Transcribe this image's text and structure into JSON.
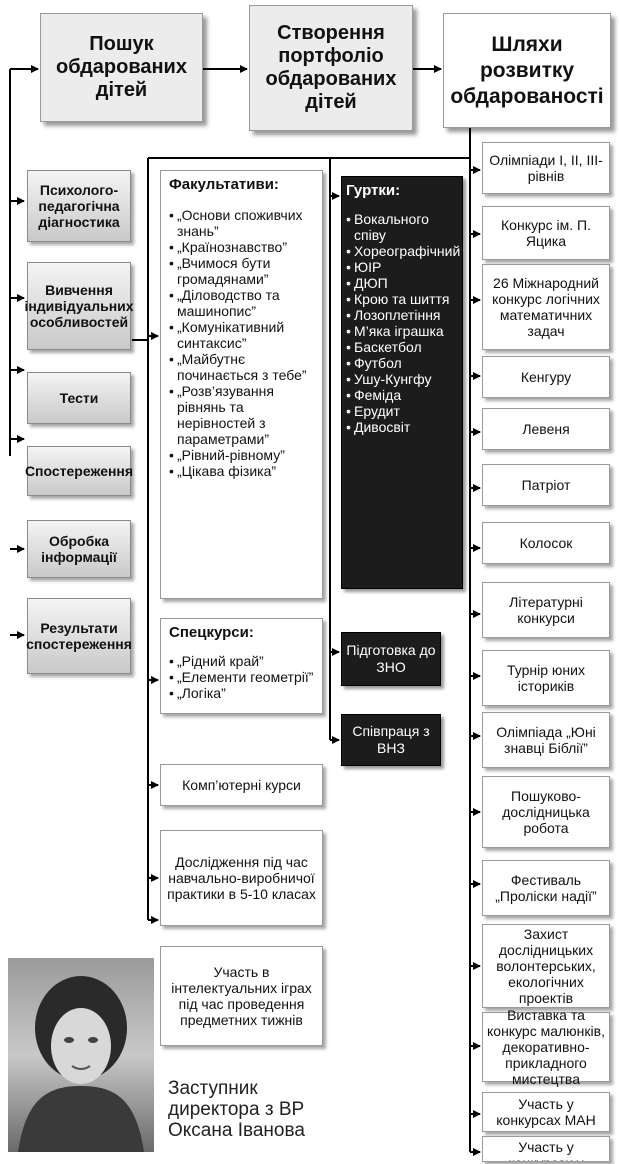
{
  "top": {
    "search": "Пошук обдарованих дітей",
    "portfolio": "Створення портфоліо обдарованих дітей",
    "paths": "Шляхи розвитку обдарованості"
  },
  "left": [
    "Психолого-педагогічна діагностика",
    "Вивчення індивідуальних особливостей",
    "Тести",
    "Спостереження",
    "Обробка інформації",
    "Результати спостереження"
  ],
  "electives": {
    "title": "Факультативи:",
    "items": [
      "„Основи споживчих знань”",
      "„Країнознавство”",
      "„Вчимося бути громадянами”",
      "„Діловодство та машинопис”",
      "„Комунікативний синтаксис”",
      "„Майбутнє починається з тебе”",
      "„Розв’язування рівнянь та нерівностей з параметрами”",
      "„Рівний-рівному”",
      "„Цікава фізика”"
    ]
  },
  "special": {
    "title": "Спецкурси:",
    "items": [
      "„Рідний край”",
      "„Елементи геометрії”",
      "„Логіка”"
    ]
  },
  "middle": {
    "computer": "Комп’ютерні курси",
    "research": "Дослідження під час навчально-виробничої практики в 5-10 класах",
    "games": "Участь в інтелектуальних іграх під час проведення предметних тижнів"
  },
  "clubs": {
    "title": "Гуртки:",
    "items": [
      "Вокального співу",
      "Хореографічний",
      "ЮІР",
      "ДЮП",
      "Крою та шиття",
      "Лозоплетіння",
      "М’яка іграшка",
      "Баскетбол",
      "Футбол",
      "Ушу-Кунгфу",
      "Феміда",
      "Ерудит",
      "Дивосвіт"
    ]
  },
  "dark": {
    "zno": "Підготовка до ЗНО",
    "vnz": "Співпраця з ВНЗ"
  },
  "right": [
    "Олімпіади І, ІІ, ІІІ-рівнів",
    "Конкурс ім. П. Яцика",
    "26 Міжнародний конкурс логічних математичних задач",
    "Кенгуру",
    "Левеня",
    "Патріот",
    "Колосок",
    "Літературні конкурси",
    "Турнір юних істориків",
    "Олімпіада „Юні знавці Біблії”",
    "Пошуково-дослідницька робота",
    "Фестиваль „Проліски надії”",
    "Захист дослідницьких волонтерських, екологічних проектів",
    "Виставка та конкурс малюнків, декоративно-прикладного мистецтва",
    "Участь у конкурсах МАН",
    "Участь у конкурсах у пришкільному оздоровчому таборі"
  ],
  "caption": {
    "line1": "Заступник",
    "line2": "директора з ВР",
    "line3": "Оксана Іванова"
  },
  "colors": {
    "dark_box": "#1c1c1c",
    "left_box_gradient": [
      "#f4f4f4",
      "#c9c9c9"
    ],
    "top_box": "#ececec"
  }
}
